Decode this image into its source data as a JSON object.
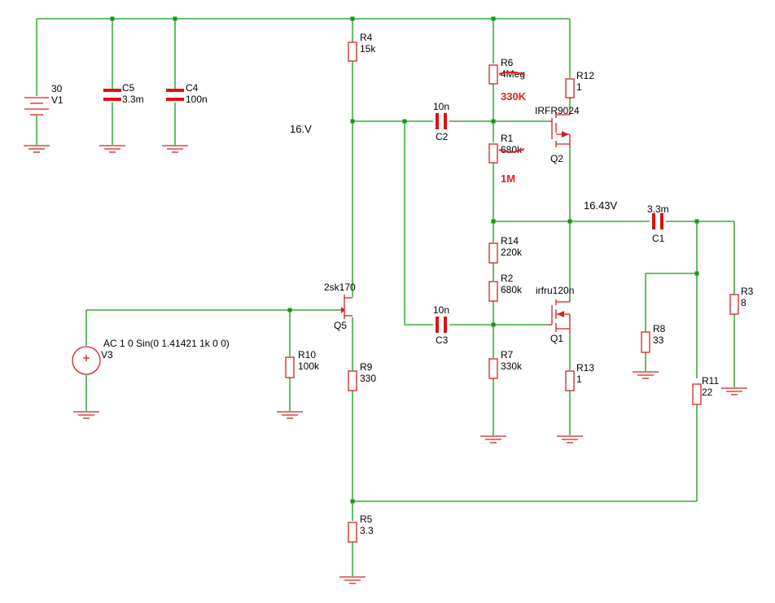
{
  "supply": {
    "value": "30",
    "ref": "V1"
  },
  "caps": {
    "C5": {
      "ref": "C5",
      "value": "3.3m"
    },
    "C4": {
      "ref": "C4",
      "value": "100n"
    },
    "C2": {
      "ref": "C2",
      "value": "10n"
    },
    "C3": {
      "ref": "C3",
      "value": "10n"
    },
    "C1": {
      "ref": "C1",
      "value": "3.3m"
    }
  },
  "resistors": {
    "R4": {
      "ref": "R4",
      "value": "15k"
    },
    "R6": {
      "ref": "R6",
      "value": "4Meg"
    },
    "R12": {
      "ref": "R12",
      "value": "1"
    },
    "R1": {
      "ref": "R1",
      "value": "680k"
    },
    "R14": {
      "ref": "R14",
      "value": "220k"
    },
    "R2": {
      "ref": "R2",
      "value": "680k"
    },
    "R7": {
      "ref": "R7",
      "value": "330k"
    },
    "R13": {
      "ref": "R13",
      "value": "1"
    },
    "R10": {
      "ref": "R10",
      "value": "100k"
    },
    "R9": {
      "ref": "R9",
      "value": "330"
    },
    "R5": {
      "ref": "R5",
      "value": "3.3"
    },
    "R8": {
      "ref": "R8",
      "value": "33"
    },
    "R11": {
      "ref": "R11",
      "value": "22"
    },
    "R3": {
      "ref": "R3",
      "value": "8"
    }
  },
  "transistors": {
    "Q2": {
      "ref": "Q2",
      "model": "IRFR9024"
    },
    "Q1": {
      "ref": "Q1",
      "model": "irfru120n"
    },
    "Q5": {
      "ref": "Q5",
      "model": "2sk170"
    }
  },
  "source": {
    "ref": "V3",
    "spec": "AC 1 0 Sin(0 1.41421 1k 0 0)"
  },
  "annotations": {
    "node_voltage_1": "16.V",
    "node_voltage_2": "16.43V",
    "r6_new_value": "330K",
    "r1_new_value": "1M"
  },
  "colors": {
    "wire": "#119a11",
    "component": "#d42020",
    "annotation": "#e02020"
  }
}
